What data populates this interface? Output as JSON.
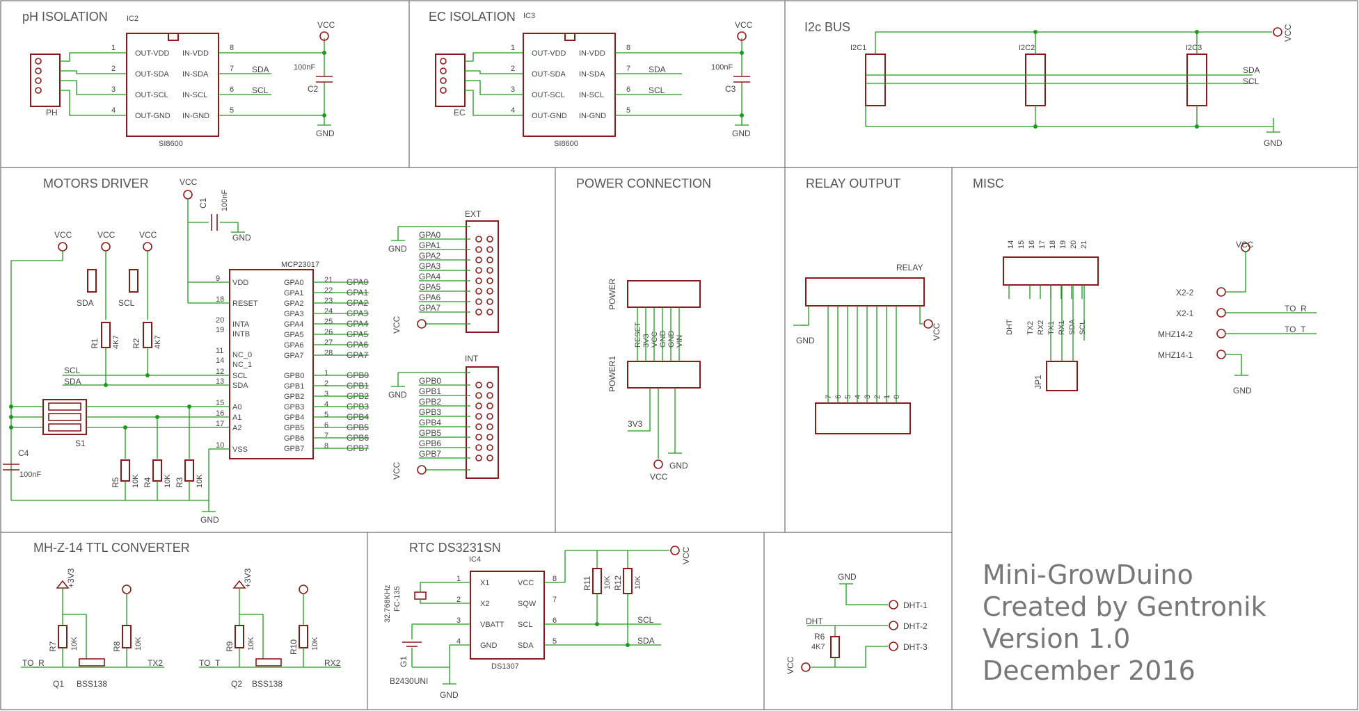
{
  "sections": [
    {
      "id": "ph",
      "title": "pH ISOLATION"
    },
    {
      "id": "ec",
      "title": "EC ISOLATION"
    },
    {
      "id": "i2c",
      "title": "I2c BUS"
    },
    {
      "id": "motors",
      "title": "MOTORS DRIVER"
    },
    {
      "id": "power",
      "title": "POWER CONNECTION"
    },
    {
      "id": "relay",
      "title": "RELAY OUTPUT"
    },
    {
      "id": "misc",
      "title": "MISC"
    },
    {
      "id": "mhz",
      "title": "MH-Z-14 TTL CONVERTER"
    },
    {
      "id": "rtc",
      "title": "RTC DS3231SN"
    }
  ],
  "ph": {
    "ic": "IC2",
    "part": "SI8600",
    "conn": "PH",
    "cap": "C2",
    "cap_val": "100nF",
    "vcc": "VCC",
    "gnd": "GND",
    "left_pins": [
      "OUT-VDD",
      "OUT-SDA",
      "OUT-SCL",
      "OUT-GND"
    ],
    "right_pins": [
      "IN-VDD",
      "IN-SDA",
      "IN-SCL",
      "IN-GND"
    ],
    "left_nums": [
      "1",
      "2",
      "3",
      "4"
    ],
    "right_nums": [
      "8",
      "7",
      "6",
      "5"
    ],
    "sda": "SDA",
    "scl": "SCL"
  },
  "ec": {
    "ic": "IC3",
    "part": "SI8600",
    "conn": "EC",
    "cap": "C3",
    "cap_val": "100nF",
    "vcc": "VCC",
    "gnd": "GND",
    "sda": "SDA",
    "scl": "SCL"
  },
  "i2c": {
    "connectors": [
      "I2C1",
      "I2C2",
      "I2C3"
    ],
    "sda": "SDA",
    "scl": "SCL",
    "vcc": "VCC",
    "gnd": "GND"
  },
  "motors": {
    "ic": "MCP23017",
    "left_pins": [
      {
        "num": "9",
        "name": "VDD"
      },
      {
        "num": "18",
        "name": "RESET"
      },
      {
        "num": "20",
        "name": "INTA"
      },
      {
        "num": "19",
        "name": "INTB"
      },
      {
        "num": "11",
        "name": "NC_0"
      },
      {
        "num": "14",
        "name": "NC_1"
      },
      {
        "num": "12",
        "name": "SCL"
      },
      {
        "num": "13",
        "name": "SDA"
      },
      {
        "num": "15",
        "name": "A0"
      },
      {
        "num": "16",
        "name": "A1"
      },
      {
        "num": "17",
        "name": "A2"
      },
      {
        "num": "10",
        "name": "VSS"
      }
    ],
    "gpa": [
      {
        "num": "21",
        "name": "GPA0"
      },
      {
        "num": "22",
        "name": "GPA1"
      },
      {
        "num": "23",
        "name": "GPA2"
      },
      {
        "num": "24",
        "name": "GPA3"
      },
      {
        "num": "25",
        "name": "GPA4"
      },
      {
        "num": "26",
        "name": "GPA5"
      },
      {
        "num": "27",
        "name": "GPA6"
      },
      {
        "num": "28",
        "name": "GPA7"
      }
    ],
    "gpb": [
      {
        "num": "1",
        "name": "GPB0"
      },
      {
        "num": "2",
        "name": "GPB1"
      },
      {
        "num": "3",
        "name": "GPB2"
      },
      {
        "num": "4",
        "name": "GPB3"
      },
      {
        "num": "5",
        "name": "GPB4"
      },
      {
        "num": "6",
        "name": "GPB5"
      },
      {
        "num": "7",
        "name": "GPB6"
      },
      {
        "num": "8",
        "name": "GPB7"
      }
    ],
    "vcc": "VCC",
    "gnd": "GND",
    "c1": "C1",
    "c1_val": "100nF",
    "c4": "C4",
    "c4_val": "100nF",
    "r1": "R1",
    "r1_val": "4K7",
    "r2": "R2",
    "r2_val": "4K7",
    "r3": "R3",
    "r4": "R4",
    "r5": "R5",
    "r_val": "10K",
    "s1": "S1",
    "sda": "SDA",
    "scl": "SCL",
    "ext": "EXT",
    "int": "INT"
  },
  "power": {
    "power": "POWER",
    "power1": "POWER1",
    "pins": [
      "RESET",
      "3V3",
      "VCC",
      "GND",
      "GND",
      "VIN"
    ],
    "v3v3": "3V3",
    "vcc": "VCC",
    "gnd": "GND"
  },
  "relay": {
    "relay": "RELAY",
    "gnd": "GND",
    "vcc": "VCC",
    "nums": [
      "7",
      "6",
      "5",
      "4",
      "3",
      "2",
      "1",
      "0"
    ]
  },
  "misc": {
    "jp1": "JP1",
    "pin_nums": [
      "14",
      "15",
      "16",
      "17",
      "18",
      "19",
      "20",
      "21"
    ],
    "jp_pins": [
      "DHT",
      "TX2",
      "RX2",
      "TX1",
      "RX1",
      "SDA",
      "SCL"
    ],
    "x2_2": "X2-2",
    "x2_1": "X2-1",
    "mhz2": "MHZ14-2",
    "mhz1": "MHZ14-1",
    "to_r": "TO_R",
    "to_t": "TO_T",
    "vcc": "VCC",
    "gnd": "GND"
  },
  "mhz": {
    "q1": "Q1",
    "q2": "Q2",
    "part": "BSS138",
    "r7": "R7",
    "r8": "R8",
    "r9": "R9",
    "r10": "R10",
    "r_val": "10K",
    "p33": "+3V3",
    "to_r": "TO_R",
    "to_t": "TO_T",
    "tx2": "TX2",
    "rx2": "RX2"
  },
  "rtc": {
    "ic": "IC4",
    "part": "DS1307",
    "crystal": "32.768KHz",
    "crystal_part": "FC-135",
    "batt": "B2430UNI",
    "batt_ref": "G1",
    "left_pins": [
      {
        "num": "1",
        "name": "X1"
      },
      {
        "num": "2",
        "name": "X2"
      },
      {
        "num": "3",
        "name": "VBATT"
      },
      {
        "num": "4",
        "name": "GND"
      }
    ],
    "right_pins": [
      {
        "num": "8",
        "name": "VCC"
      },
      {
        "num": "7",
        "name": "SQW"
      },
      {
        "num": "6",
        "name": "SCL"
      },
      {
        "num": "5",
        "name": "SDA"
      }
    ],
    "r11": "R11",
    "r12": "R12",
    "r_val": "10K",
    "vcc": "VCC",
    "gnd": "GND",
    "scl": "SCL",
    "sda": "SDA"
  },
  "dht": {
    "gnd": "GND",
    "dht": "DHT",
    "r6": "R6",
    "r6_val": "4K7",
    "vcc": "VCC",
    "pins": [
      "DHT-1",
      "DHT-2",
      "DHT-3"
    ]
  },
  "info": {
    "line1": "Mini-GrowDuino",
    "line2": "Created by Gentronik",
    "line3": "Version 1.0",
    "line4": "December 2016"
  }
}
